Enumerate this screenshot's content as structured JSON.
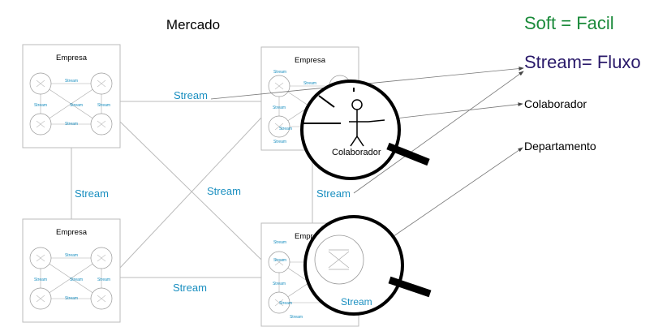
{
  "title": "Mercado",
  "box_label": "Empresa",
  "stream_label": "Stream",
  "legend": {
    "soft": "Soft = Facil",
    "stream": "Stream= Fluxo",
    "colaborador": "Colaborador",
    "departamento": "Departamento"
  },
  "magnifier_colaborador_label": "Colaborador",
  "colors": {
    "soft": "#1a8a3a",
    "stream_def": "#2a1a6a",
    "stream": "#1a8fc0",
    "line": "#bbbbbb"
  }
}
